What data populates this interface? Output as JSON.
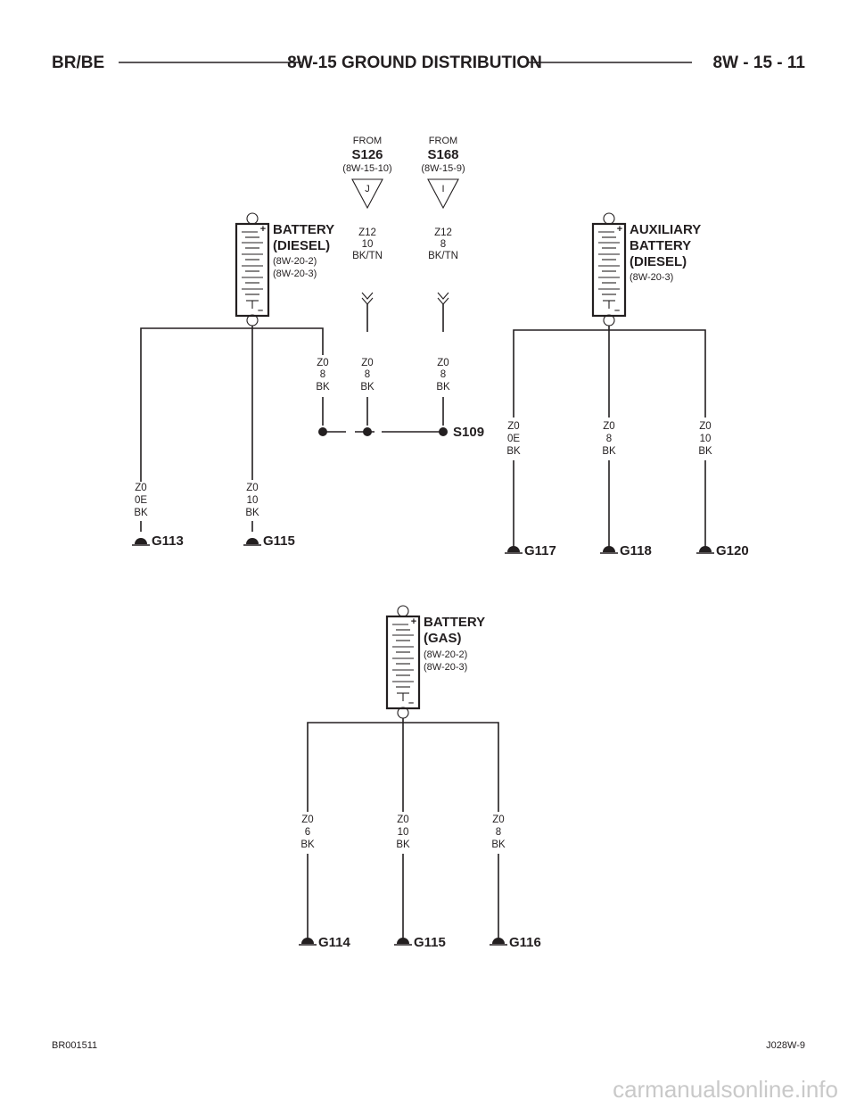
{
  "header": {
    "left": "BR/BE",
    "center": "8W-15 GROUND DISTRIBUTION",
    "right": "8W - 15 - 11"
  },
  "footer": {
    "left": "BR001511",
    "right": "J028W-9"
  },
  "watermark": "carmanualsonline.info",
  "splice_sources": [
    {
      "from": "FROM",
      "id": "S126",
      "ref": "(8W-15-10)",
      "pin": "J",
      "wire": [
        "Z12",
        "10",
        "BK/TN"
      ],
      "wire2": [
        "Z0",
        "8",
        "BK"
      ]
    },
    {
      "from": "FROM",
      "id": "S168",
      "ref": "(8W-15-9)",
      "pin": "I",
      "wire": [
        "Z12",
        "8",
        "BK/TN"
      ],
      "wire2": [
        "Z0",
        "8",
        "BK"
      ]
    }
  ],
  "splice": {
    "id": "S109",
    "wire": [
      "Z0",
      "8",
      "BK"
    ]
  },
  "batteries": [
    {
      "name_lines": [
        "BATTERY",
        "(DIESEL)"
      ],
      "refs": [
        "(8W-20-2)",
        "(8W-20-3)"
      ],
      "branches": [
        {
          "wire": [
            "Z0",
            "0E",
            "BK"
          ],
          "ground": "G113"
        },
        {
          "wire": [
            "Z0",
            "10",
            "BK"
          ],
          "ground": "G115"
        }
      ]
    },
    {
      "name_lines": [
        "AUXILIARY",
        "BATTERY",
        "(DIESEL)"
      ],
      "refs": [
        "(8W-20-3)"
      ],
      "branches": [
        {
          "wire": [
            "Z0",
            "0E",
            "BK"
          ],
          "ground": "G117"
        },
        {
          "wire": [
            "Z0",
            "8",
            "BK"
          ],
          "ground": "G118"
        },
        {
          "wire": [
            "Z0",
            "10",
            "BK"
          ],
          "ground": "G120"
        }
      ]
    },
    {
      "name_lines": [
        "BATTERY",
        "(GAS)"
      ],
      "refs": [
        "(8W-20-2)",
        "(8W-20-3)"
      ],
      "branches": [
        {
          "wire": [
            "Z0",
            "6",
            "BK"
          ],
          "ground": "G114"
        },
        {
          "wire": [
            "Z0",
            "10",
            "BK"
          ],
          "ground": "G115"
        },
        {
          "wire": [
            "Z0",
            "8",
            "BK"
          ],
          "ground": "G116"
        }
      ]
    }
  ],
  "colors": {
    "ink": "#231f20",
    "watermark": "#c9c9c9"
  }
}
